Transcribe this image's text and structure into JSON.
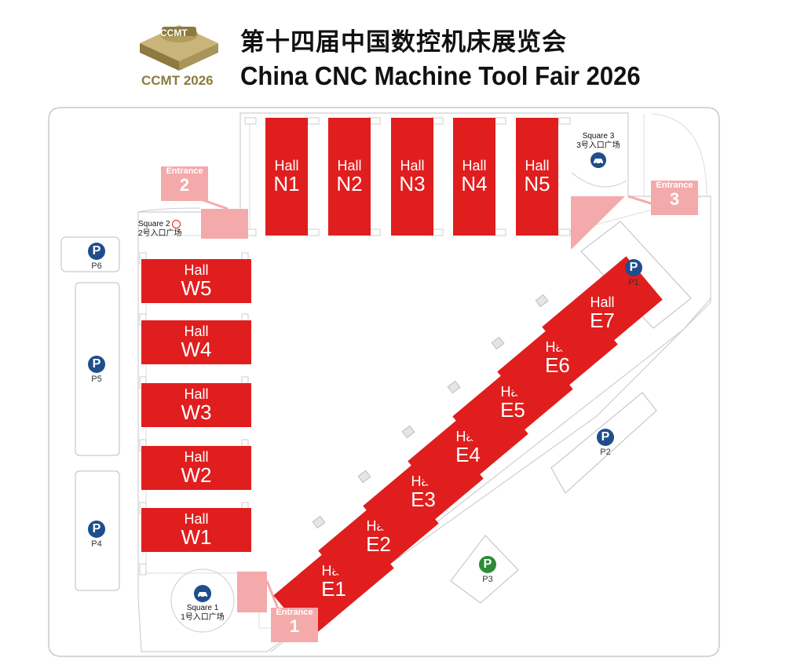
{
  "header": {
    "title_cn": "第十四届中国数控机床展览会",
    "title_en": "China CNC Machine Tool Fair 2026",
    "logo_top": "CCMT",
    "logo_label": "CCMT 2026"
  },
  "hall_word": "Hall",
  "halls_north": [
    "N1",
    "N2",
    "N3",
    "N4",
    "N5"
  ],
  "halls_west": [
    "W5",
    "W4",
    "W3",
    "W2",
    "W1"
  ],
  "halls_east": [
    "E1",
    "E2",
    "E3",
    "E4",
    "E5",
    "E6",
    "E7"
  ],
  "entrance_word": "Entrance",
  "entrances": [
    "1",
    "2",
    "3"
  ],
  "parking": [
    "P1",
    "P2",
    "P3",
    "P4",
    "P5",
    "P6"
  ],
  "parking_symbol": "P",
  "squares": {
    "s1": {
      "name": "Square 1",
      "cn": "1号入口广场"
    },
    "s2": {
      "name": "Square 2",
      "cn": "2号入口广场"
    },
    "s3": {
      "name": "Square 3",
      "cn": "3号入口广场"
    }
  },
  "colors": {
    "hall": "#e01e1e",
    "entrance": "#f4aaaa",
    "parking_blue": "#1f4e8c",
    "parking_green": "#2e8b3a",
    "logo_gold": "#b4a063"
  },
  "icons": {
    "car": "car-icon",
    "metro": "metro-icon",
    "logo": "ccmt-logo-icon"
  }
}
